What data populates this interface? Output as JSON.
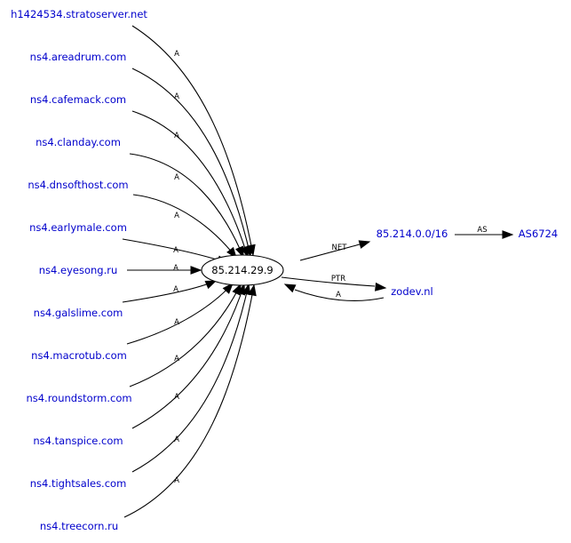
{
  "graph": {
    "center": {
      "label": "85.214.29.9"
    },
    "nameservers": [
      {
        "label": "h1424534.stratoserver.net",
        "edge_label": "A"
      },
      {
        "label": "ns4.areadrum.com",
        "edge_label": "A"
      },
      {
        "label": "ns4.cafemack.com",
        "edge_label": "A"
      },
      {
        "label": "ns4.clanday.com",
        "edge_label": "A"
      },
      {
        "label": "ns4.dnsofthost.com",
        "edge_label": "A"
      },
      {
        "label": "ns4.earlymale.com",
        "edge_label": "A"
      },
      {
        "label": "ns4.eyesong.ru",
        "edge_label": "A"
      },
      {
        "label": "ns4.galslime.com",
        "edge_label": "A"
      },
      {
        "label": "ns4.macrotub.com",
        "edge_label": "A"
      },
      {
        "label": "ns4.roundstorm.com",
        "edge_label": "A"
      },
      {
        "label": "ns4.tanspice.com",
        "edge_label": "A"
      },
      {
        "label": "ns4.tightsales.com",
        "edge_label": "A"
      },
      {
        "label": "ns4.treecorn.ru",
        "edge_label": "A"
      }
    ],
    "net": {
      "label": "85.214.0.0/16",
      "edge_label": "NET"
    },
    "as": {
      "label": "AS6724",
      "edge_label": "AS"
    },
    "ptr": {
      "label": "zodev.nl",
      "edge_label": "PTR",
      "back_edge_label": "A"
    }
  }
}
